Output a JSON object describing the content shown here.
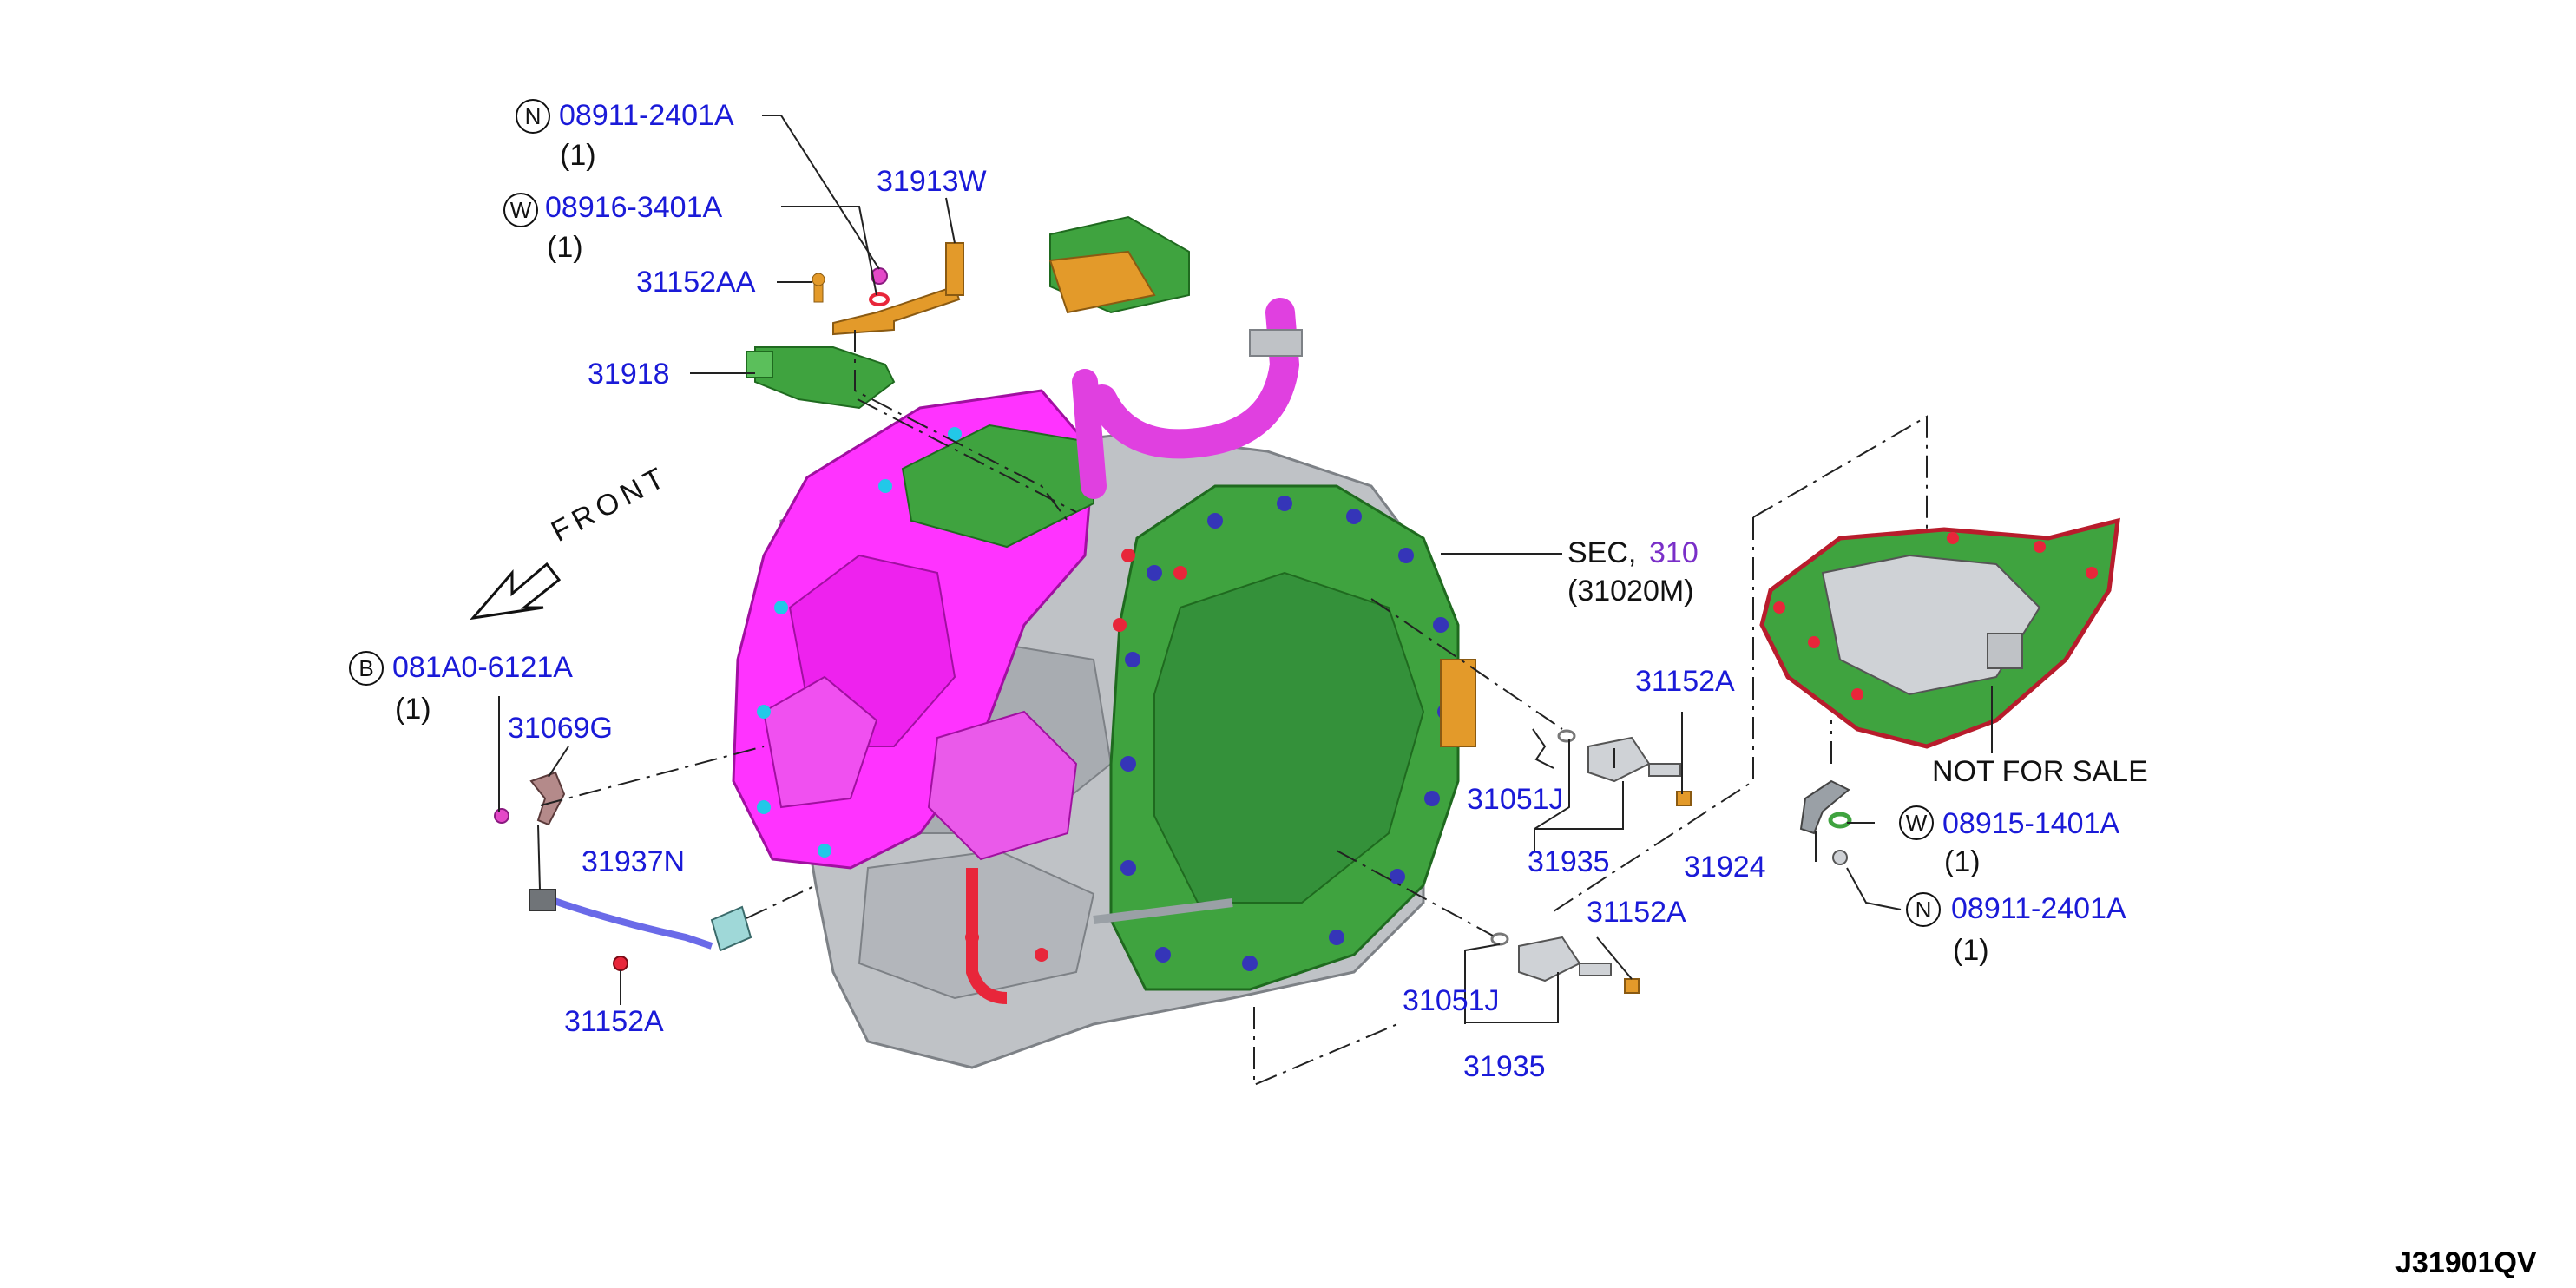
{
  "diagram": {
    "code": "J31901QV",
    "front_label": "FRONT",
    "symbols": {
      "N": "N",
      "W": "W",
      "B": "B"
    },
    "colors": {
      "part_number": "#1a1ad8",
      "transmission_case": "#ff33ff",
      "converter_cover": "#3fa33f",
      "body_metal": "#bfc2c6",
      "bracket": "#e39a2a",
      "hose": "#e040e0"
    },
    "parts": {
      "p08911_top": "08911-2401A",
      "p08911_top_qty": "(1)",
      "p08916": "08916-3401A",
      "p08916_qty": "(1)",
      "p31913W": "31913W",
      "p31152AA": "31152AA",
      "p31918": "31918",
      "sec_label": "SEC,",
      "sec_number": "310",
      "sec_sub": "(31020M)",
      "p081A0": "081A0-6121A",
      "p081A0_qty": "(1)",
      "p31069G": "31069G",
      "p31937N": "31937N",
      "p31152A_left": "31152A",
      "p31152A_r1": "31152A",
      "p31051J_1": "31051J",
      "p31935_1": "31935",
      "p31152A_r2": "31152A",
      "p31051J_2": "31051J",
      "p31935_2": "31935",
      "not_for_sale": "NOT FOR SALE",
      "p08915": "08915-1401A",
      "p08915_qty": "(1)",
      "p31924": "31924",
      "p08911_right": "08911-2401A",
      "p08911_right_qty": "(1)"
    }
  }
}
